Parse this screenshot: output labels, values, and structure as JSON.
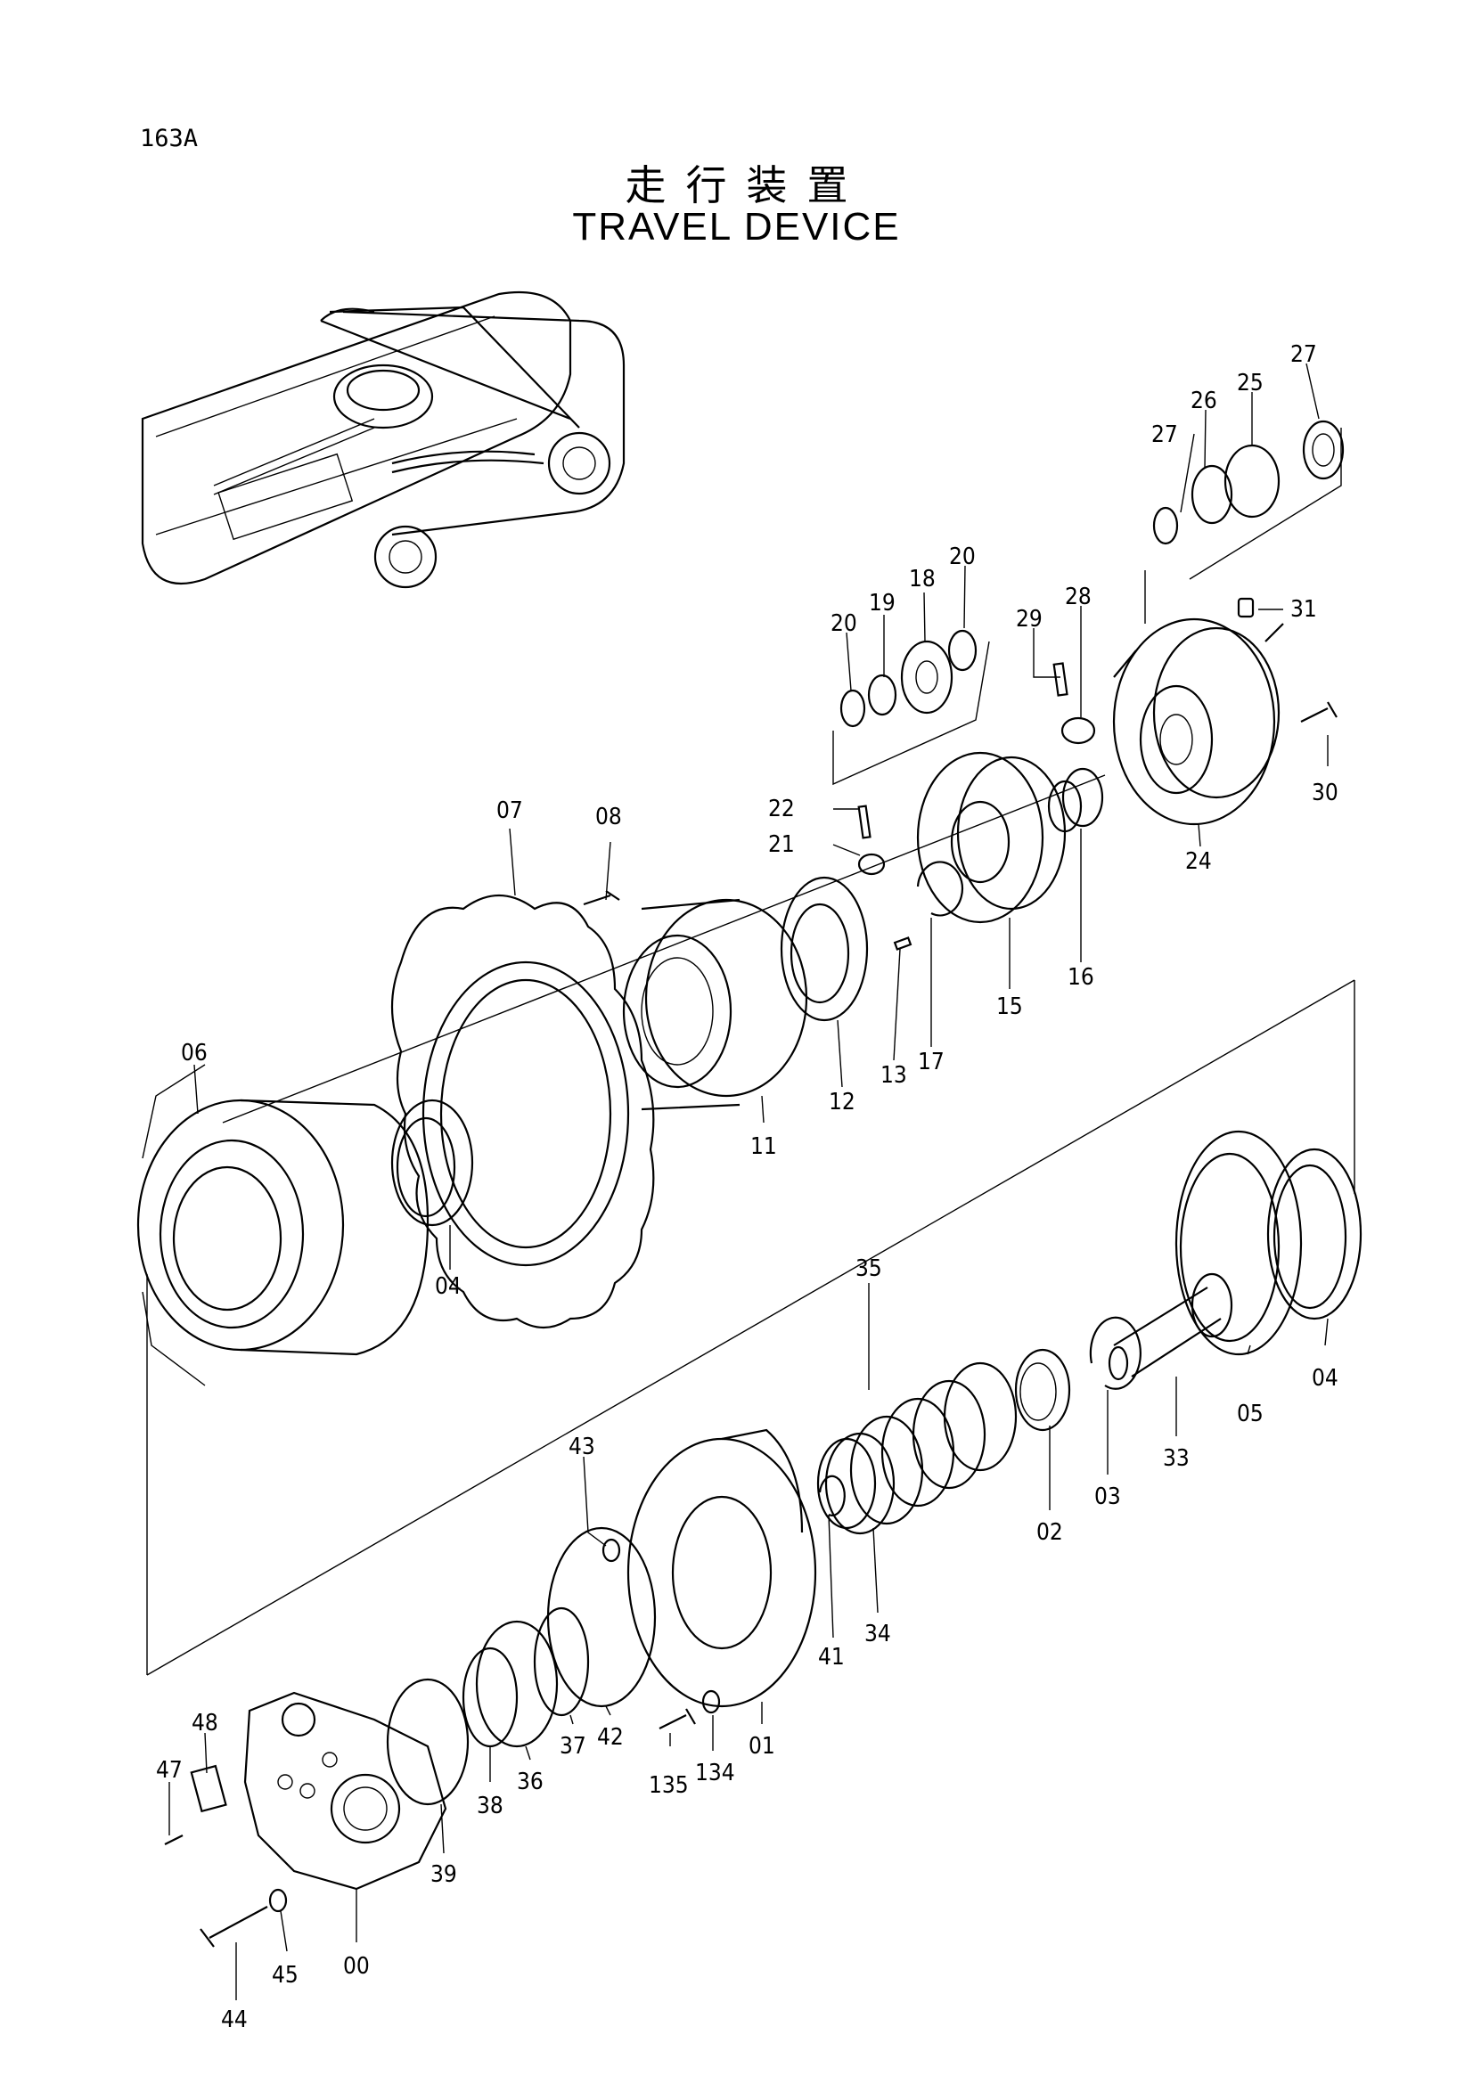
{
  "page_code": "163A",
  "title_jp": "走行装置",
  "title_en": "TRAVEL DEVICE",
  "labels": {
    "p00": "00",
    "p01": "01",
    "p02": "02",
    "p03": "03",
    "p04a": "04",
    "p04b": "04",
    "p05": "05",
    "p06": "06",
    "p07": "07",
    "p08": "08",
    "p11": "11",
    "p12": "12",
    "p13": "13",
    "p15": "15",
    "p16": "16",
    "p17": "17",
    "p18": "18",
    "p19": "19",
    "p20a": "20",
    "p20b": "20",
    "p21": "21",
    "p22": "22",
    "p24": "24",
    "p25": "25",
    "p26": "26",
    "p27a": "27",
    "p27b": "27",
    "p28": "28",
    "p29": "29",
    "p30": "30",
    "p31": "31",
    "p33": "33",
    "p34": "34",
    "p35": "35",
    "p36": "36",
    "p37": "37",
    "p38": "38",
    "p39": "39",
    "p41": "41",
    "p42": "42",
    "p43": "43",
    "p44": "44",
    "p45": "45",
    "p47": "47",
    "p48": "48",
    "p134": "134",
    "p135": "135"
  }
}
